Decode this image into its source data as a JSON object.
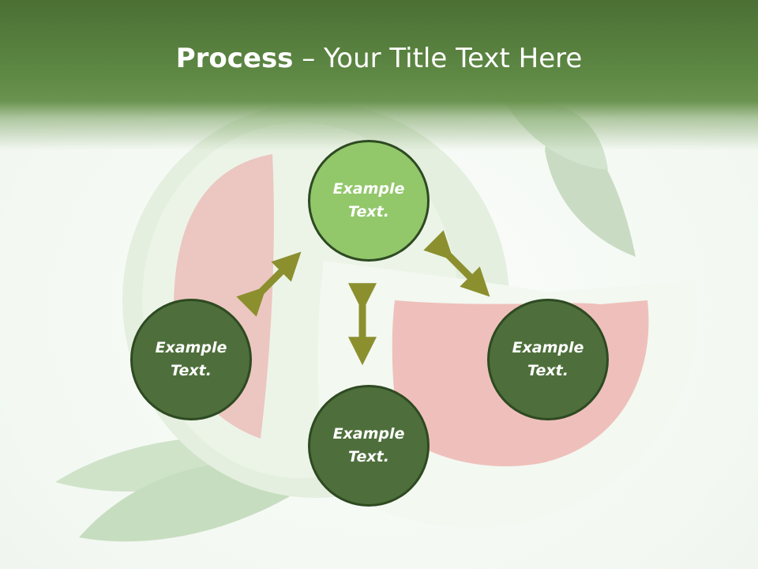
{
  "title": {
    "bold": "Process",
    "rest": " – Your Title Text Here"
  },
  "nodes": {
    "top": "Example Text.",
    "left": "Example Text.",
    "right": "Example Text.",
    "bottom": "Example Text."
  },
  "colors": {
    "header_green": "#5f8a45",
    "node_dark": "#4e6f3b",
    "node_light": "#92c76a",
    "node_border": "#2e4a22",
    "arrow": "#8b8f2e"
  },
  "icons": {
    "arrow_type": "double-headed-arrow"
  }
}
